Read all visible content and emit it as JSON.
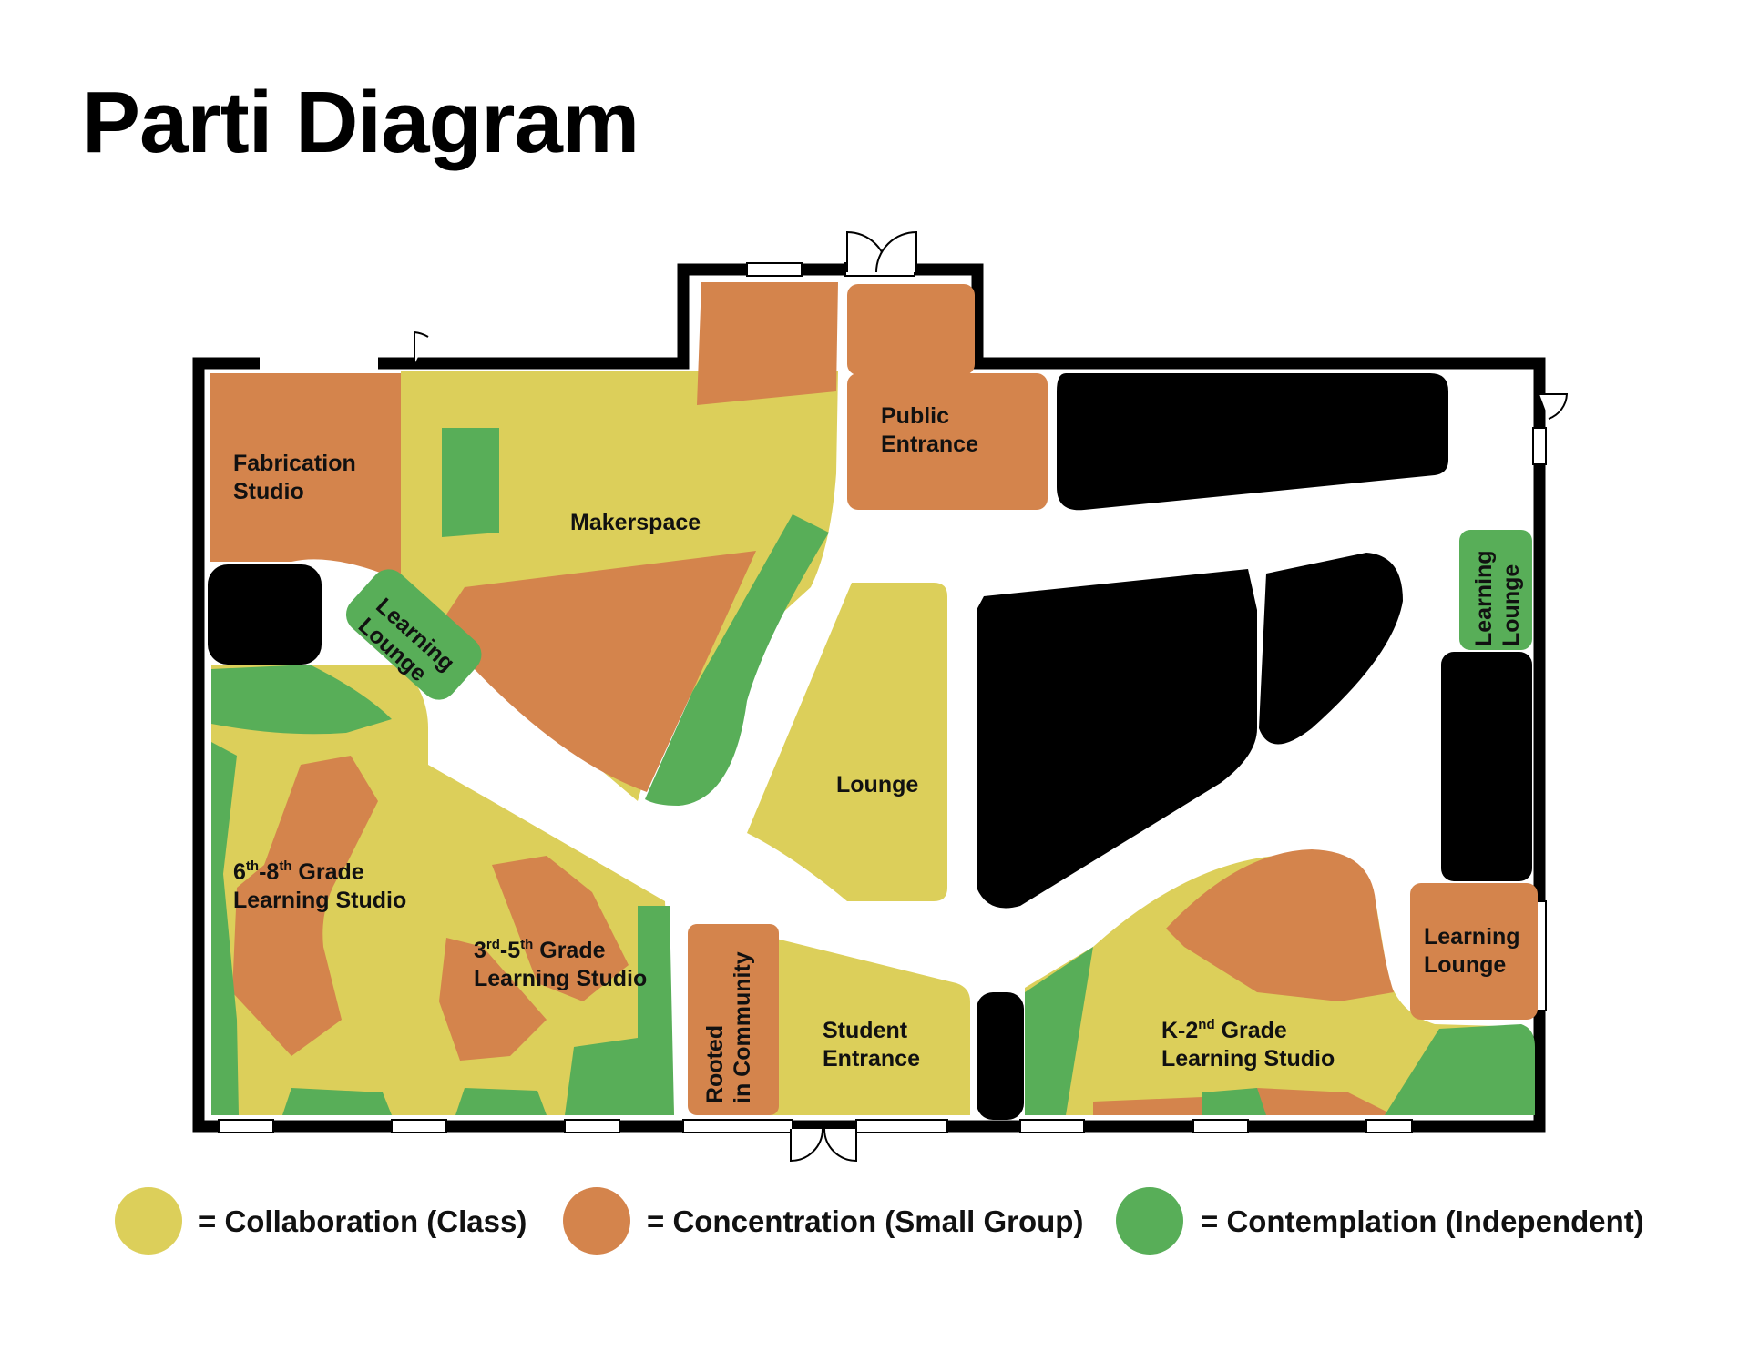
{
  "title": "Parti Diagram",
  "colors": {
    "collaboration": "#dccf5a",
    "concentration": "#d4844c",
    "contemplation": "#58ae58",
    "wall": "#000000"
  },
  "labels": {
    "fabrication": [
      "Fabrication",
      "Studio"
    ],
    "makerspace": "Makerspace",
    "public_entrance": [
      "Public",
      "Entrance"
    ],
    "learning_lounge_nw": [
      "Learning",
      "Lounge"
    ],
    "learning_lounge_ne": [
      "Learning",
      "Lounge"
    ],
    "learning_lounge_e": [
      "Learning",
      "Lounge"
    ],
    "lounge": "Lounge",
    "grade68": {
      "a": "6",
      "a_sup": "th",
      "b": "-8",
      "b_sup": "th",
      "c": " Grade",
      "line2": "Learning Studio"
    },
    "grade35": {
      "a": "3",
      "a_sup": "rd",
      "b": "-5",
      "b_sup": "th",
      "c": " Grade",
      "line2": "Learning Studio"
    },
    "gradek2": {
      "a": "K-2",
      "a_sup": "nd",
      "c": " Grade",
      "line2": "Learning Studio"
    },
    "rooted": [
      "Rooted",
      "in Community"
    ],
    "student_entrance": [
      "Student",
      "Entrance"
    ]
  },
  "legend": [
    {
      "key": "collaboration",
      "text": "= Collaboration (Class)"
    },
    {
      "key": "concentration",
      "text": "= Concentration (Small Group)"
    },
    {
      "key": "contemplation",
      "text": "= Contemplation (Independent)"
    }
  ]
}
